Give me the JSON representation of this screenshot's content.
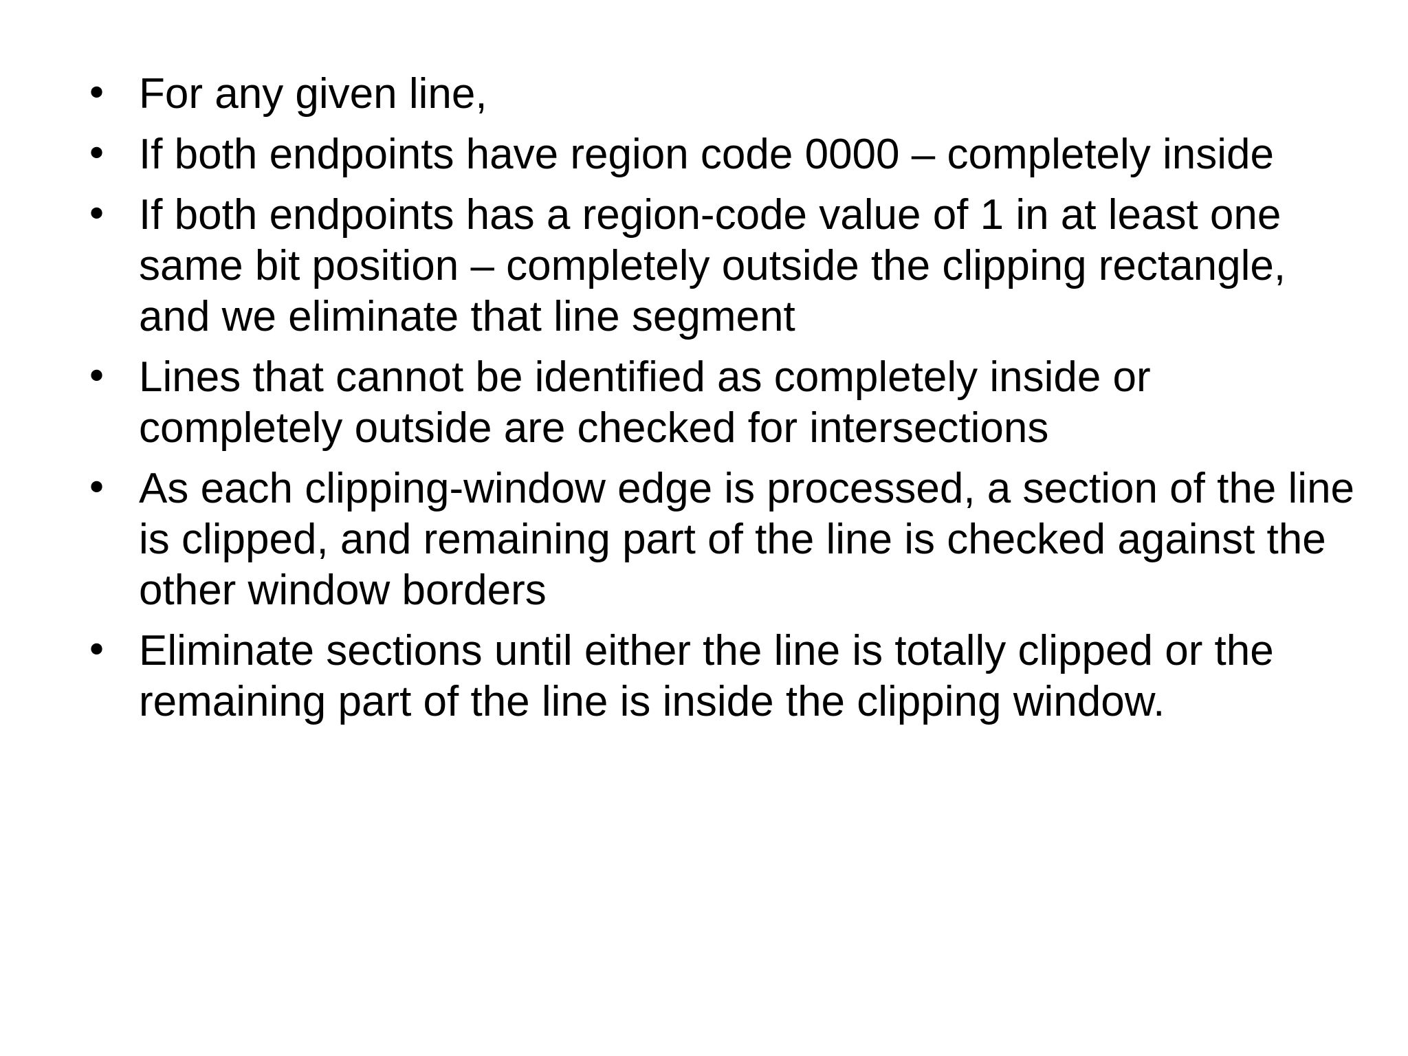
{
  "slide": {
    "bullet_glyph": "•",
    "bullets": [
      "For any given line,",
      "If both endpoints have region code 0000 – completely inside",
      "If both endpoints has a region-code value of 1 in at least one same bit position – completely outside the clipping rectangle, and we eliminate that line segment",
      "Lines that cannot be identified as completely inside or completely outside are checked for intersections",
      "As each clipping-window edge is processed, a section of the line is clipped, and remaining part of the line is checked against the other window borders",
      "Eliminate sections until either the line is totally clipped or the remaining part of the line is inside the clipping window."
    ]
  }
}
